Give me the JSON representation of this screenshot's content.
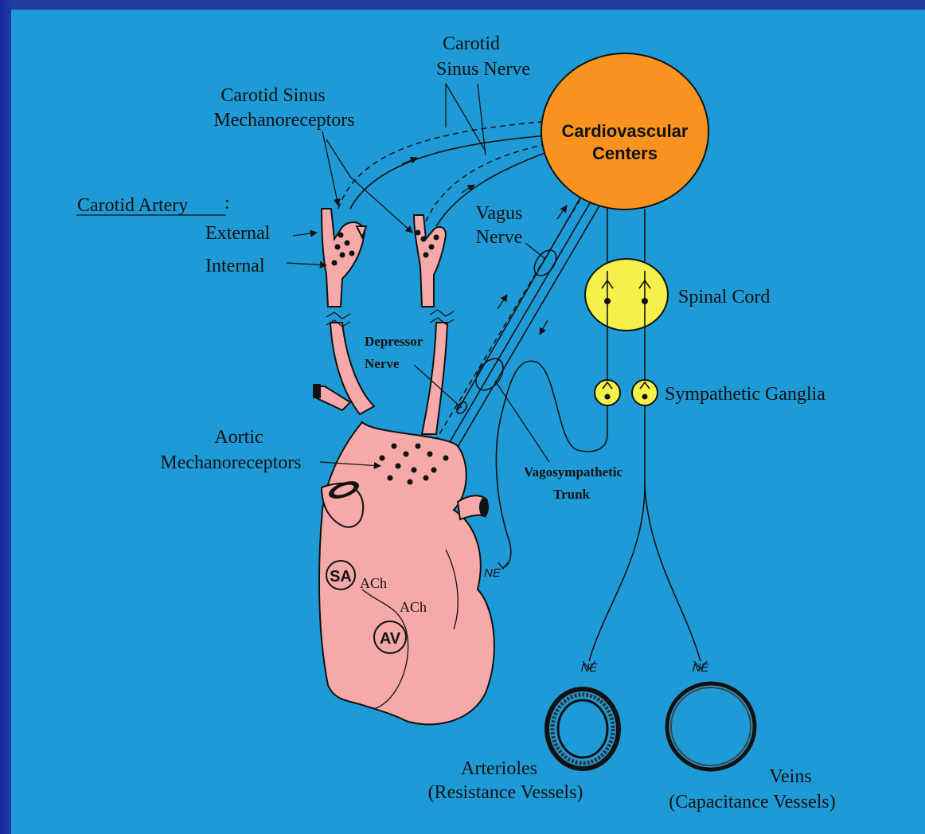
{
  "labels": {
    "carotid_sinus_nerve_line1": "Carotid",
    "carotid_sinus_nerve_line2": "Sinus Nerve",
    "carotid_sinus_mech_line1": "Carotid Sinus",
    "carotid_sinus_mech_line2": "Mechanoreceptors",
    "carotid_artery": "Carotid Artery",
    "carotid_artery_colon": ":",
    "external": "External",
    "internal": "Internal",
    "vagus_line1": "Vagus",
    "vagus_line2": "Nerve",
    "cv_centers_line1": "Cardiovascular",
    "cv_centers_line2": "Centers",
    "spinal_cord": "Spinal Cord",
    "sympathetic_ganglia": "Sympathetic Ganglia",
    "depressor_line1": "Depressor",
    "depressor_line2": "Nerve",
    "aortic_line1": "Aortic",
    "aortic_line2": "Mechanoreceptors",
    "vagosympathetic_line1": "Vagosympathetic",
    "vagosympathetic_line2": "Trunk",
    "sa": "SA",
    "av": "AV",
    "ach_1": "ACh",
    "ach_2": "ACh",
    "ne_heart": "NE",
    "ne_arterioles": "NE",
    "ne_veins": "NE",
    "arterioles_line1": "Arterioles",
    "arterioles_line2": "(Resistance Vessels)",
    "veins_line1": "Veins",
    "veins_line2": "(Capacitance Vessels)"
  },
  "colors": {
    "background": "#1e9bd6",
    "border": "#1e3c9e",
    "centers": "#f7931e",
    "spinal_cord": "#f5f04a",
    "tissue": "#f5a9a9"
  }
}
